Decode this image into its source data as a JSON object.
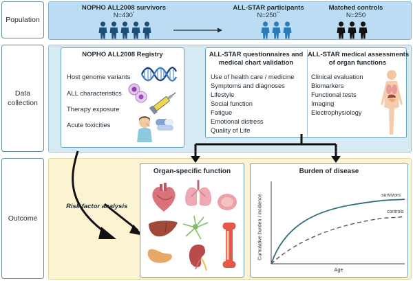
{
  "rows": {
    "population": "Population",
    "data_collection": "Data\ncollection",
    "outcome": "Outcome"
  },
  "population": {
    "cohort1": {
      "title": "NOPHO ALL2008 survivors",
      "n": "N=430",
      "mark": "*"
    },
    "cohort2": {
      "title": "ALL-STAR participants",
      "n": "N=250",
      "mark": "**"
    },
    "cohort3": {
      "title": "Matched controls",
      "n": "N=250"
    }
  },
  "registry": {
    "title": "NOPHO ALL2008 Registry",
    "items": [
      "Host genome variants",
      "ALL characteristics",
      "Therapy exposure",
      "Acute toxicities"
    ]
  },
  "questionnaires": {
    "title_line1": "ALL-STAR questionnaires and",
    "title_line2": "medical chart validation",
    "items": [
      "Use of health care / medicine",
      "Symptoms and diagnoses",
      "Lifestyle",
      "Social function",
      "Fatigue",
      "Emotional distress",
      "Quality of Life"
    ]
  },
  "assessments": {
    "title_line1": "ALL-STAR medical assessments",
    "title_line2": "of organ functions",
    "items": [
      "Clinical evaluation",
      "Biomarkers",
      "Functional tests",
      "Imaging",
      "Electrophysiology"
    ]
  },
  "outcome": {
    "risk_factor": "Risk factor analysis",
    "organ_title": "Organ-specific function",
    "burden_title": "Burden of disease",
    "ylabel": "Cumulative burden / incidence",
    "xlabel": "Age",
    "survivors": "survivors",
    "controls": "controls"
  },
  "colors": {
    "people1": "#1f4e79",
    "people2": "#2b7bb9",
    "people3": "#111111",
    "survivor_curve": "#2f6e79",
    "control_curve": "#555555"
  }
}
